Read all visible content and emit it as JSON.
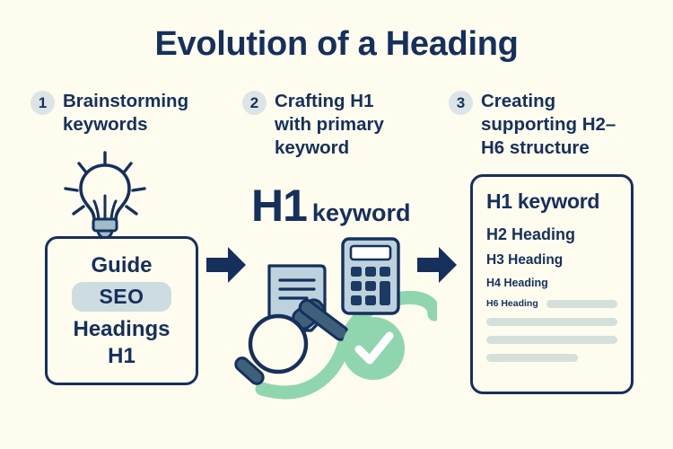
{
  "title": "Evolution of a Heading",
  "colors": {
    "background": "#fdfcef",
    "navy": "#15305c",
    "pill": "#ccdce0",
    "mint": "#8fd5ae",
    "bar": "#d5e0da",
    "slate": "#3f607a",
    "light_blue": "#bed2de"
  },
  "steps": [
    {
      "number": "1",
      "label": "Brainstorming\nkeywords"
    },
    {
      "number": "2",
      "label": "Crafting H1\nwith primary\nkeyword"
    },
    {
      "number": "3",
      "label": "Creating\nsupporting H2–\nH6 structure"
    }
  ],
  "card1": {
    "line1": "Guide",
    "pill": "SEO",
    "line3": "Headings",
    "line4": "H1"
  },
  "middle": {
    "h1_big": "H1",
    "h1_small": "keyword",
    "icons": [
      "document-icon",
      "gavel-icon",
      "calculator-icon",
      "magnifier-icon",
      "check-circle-icon"
    ]
  },
  "card3": {
    "h1": "H1 keyword",
    "h2": "H2 Heading",
    "h3": "H3 Heading",
    "h4": "H4 Heading",
    "h6": "H6 Heading",
    "placeholder_bars": 4
  }
}
